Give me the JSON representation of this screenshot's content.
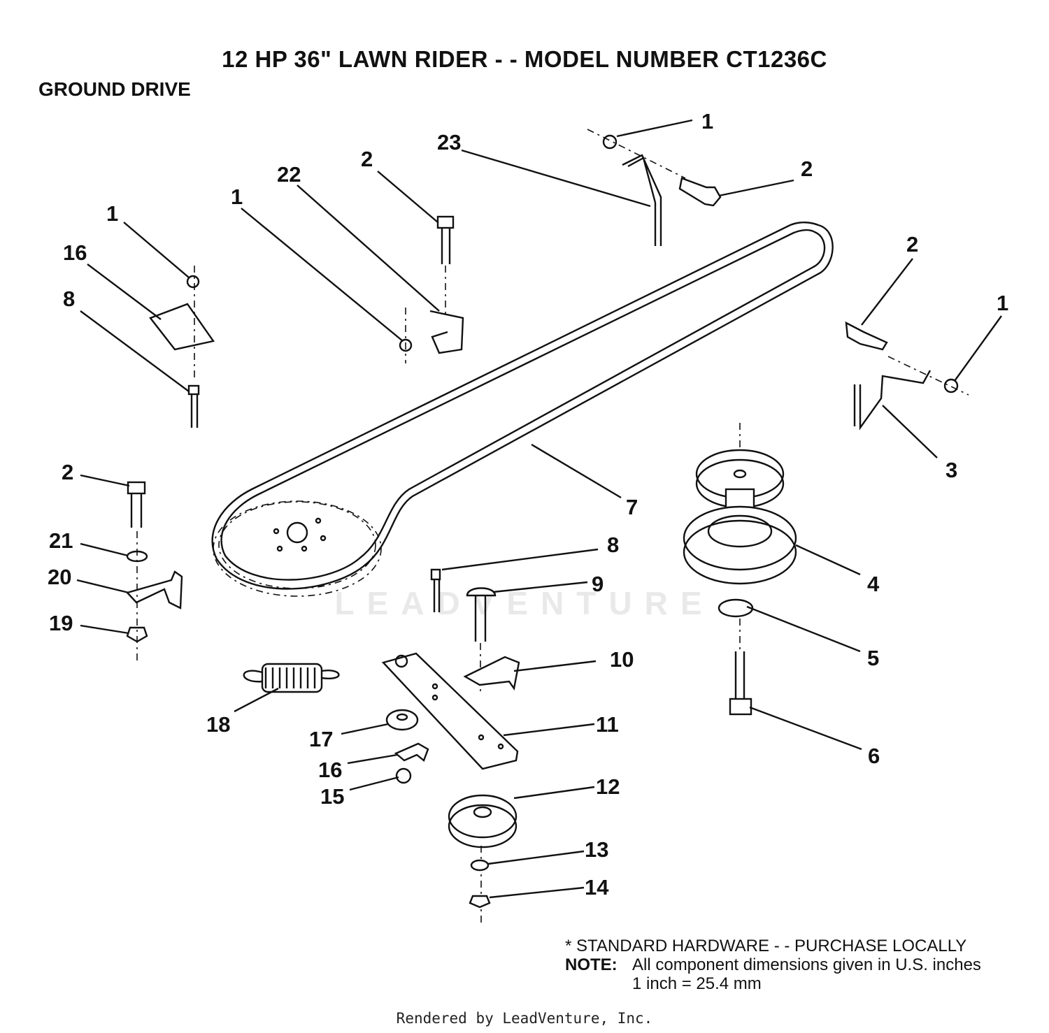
{
  "title": "12 HP 36\" LAWN RIDER - - MODEL NUMBER CT1236C",
  "subtitle": "GROUND DRIVE",
  "watermark": "LEADVENTURE",
  "note": {
    "line1": "* STANDARD HARDWARE - - PURCHASE LOCALLY",
    "label": "NOTE:",
    "line2": "All component dimensions given in U.S. inches",
    "line3": "1 inch = 25.4 mm"
  },
  "footer": "Rendered by LeadVenture, Inc.",
  "callouts": [
    "1",
    "23",
    "2",
    "22",
    "1",
    "2",
    "1",
    "16",
    "8",
    "2",
    "1",
    "3",
    "7",
    "2",
    "21",
    "20",
    "19",
    "8",
    "9",
    "4",
    "5",
    "10",
    "18",
    "11",
    "17",
    "16",
    "15",
    "12",
    "6",
    "13",
    "14"
  ]
}
